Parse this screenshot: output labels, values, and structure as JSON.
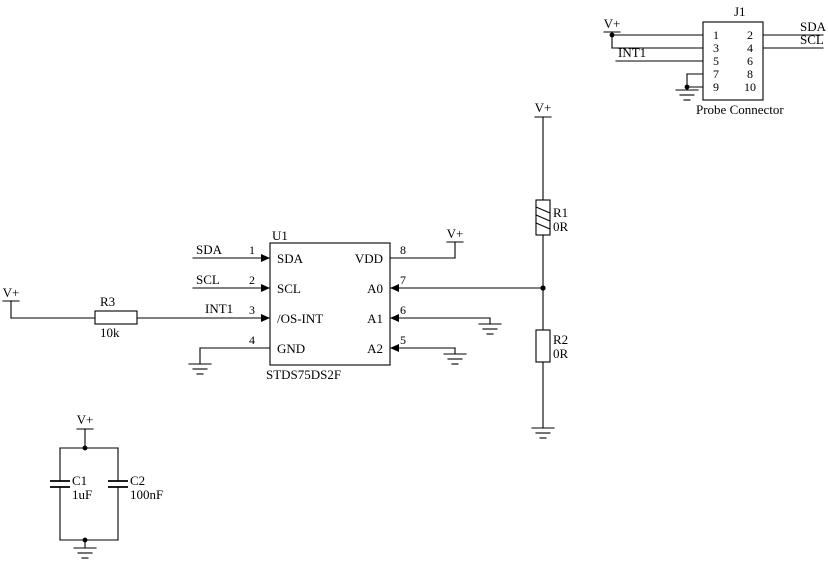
{
  "colors": {
    "background": "#ffffff",
    "wire": "#000000",
    "text": "#000000"
  },
  "power": {
    "vplus": "V+"
  },
  "nets": {
    "sda": "SDA",
    "scl": "SCL",
    "int1": "INT1"
  },
  "j1": {
    "ref": "J1",
    "title": "Probe Connector",
    "pins": [
      "1",
      "2",
      "3",
      "4",
      "5",
      "6",
      "7",
      "8",
      "9",
      "10"
    ]
  },
  "u1": {
    "ref": "U1",
    "part": "STDS75DS2F",
    "left_pins": [
      {
        "num": "1",
        "name": "SDA"
      },
      {
        "num": "2",
        "name": "SCL"
      },
      {
        "num": "3",
        "name": "/OS-INT"
      },
      {
        "num": "4",
        "name": "GND"
      }
    ],
    "right_pins": [
      {
        "num": "8",
        "name": "VDD"
      },
      {
        "num": "7",
        "name": "A0"
      },
      {
        "num": "6",
        "name": "A1"
      },
      {
        "num": "5",
        "name": "A2"
      }
    ]
  },
  "resistors": {
    "r1": {
      "ref": "R1",
      "value": "0R"
    },
    "r2": {
      "ref": "R2",
      "value": "0R"
    },
    "r3": {
      "ref": "R3",
      "value": "10k"
    }
  },
  "capacitors": {
    "c1": {
      "ref": "C1",
      "value": "1uF"
    },
    "c2": {
      "ref": "C2",
      "value": "100nF"
    }
  }
}
